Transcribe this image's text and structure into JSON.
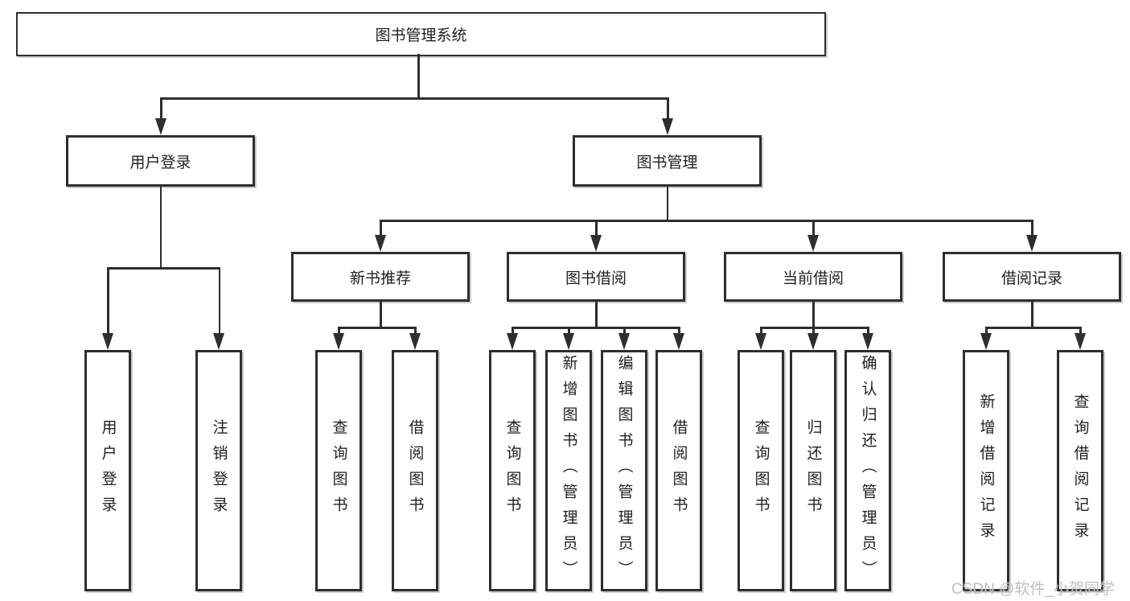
{
  "diagram": {
    "root": {
      "label": "图书管理系统"
    },
    "level2": [
      {
        "label": "用户登录"
      },
      {
        "label": "图书管理"
      }
    ],
    "level3": [
      {
        "label": "新书推荐"
      },
      {
        "label": "图书借阅"
      },
      {
        "label": "当前借阅"
      },
      {
        "label": "借阅记录"
      }
    ],
    "leaves": {
      "user_login": [
        {
          "label": "用户登录"
        },
        {
          "label": "注销登录"
        }
      ],
      "new_book_recommend": [
        {
          "label": "查询图书"
        },
        {
          "label": "借阅图书"
        }
      ],
      "book_borrow": [
        {
          "label": "查询图书"
        },
        {
          "label": "新增图书（管理员）"
        },
        {
          "label": "编辑图书（管理员）"
        },
        {
          "label": "借阅图书"
        }
      ],
      "current_borrow": [
        {
          "label": "查询图书"
        },
        {
          "label": "归还图书"
        },
        {
          "label": "确认归还（管理员）"
        }
      ],
      "borrow_records": [
        {
          "label": "新增借阅记录"
        },
        {
          "label": "查询借阅记录"
        }
      ]
    }
  },
  "watermark": {
    "text": "CSDN @软件_小贺同学"
  },
  "colors": {
    "line": "#2e2e2e",
    "text": "#1f1f1f",
    "background": "#ffffff",
    "watermark": "#bbbbbb"
  }
}
